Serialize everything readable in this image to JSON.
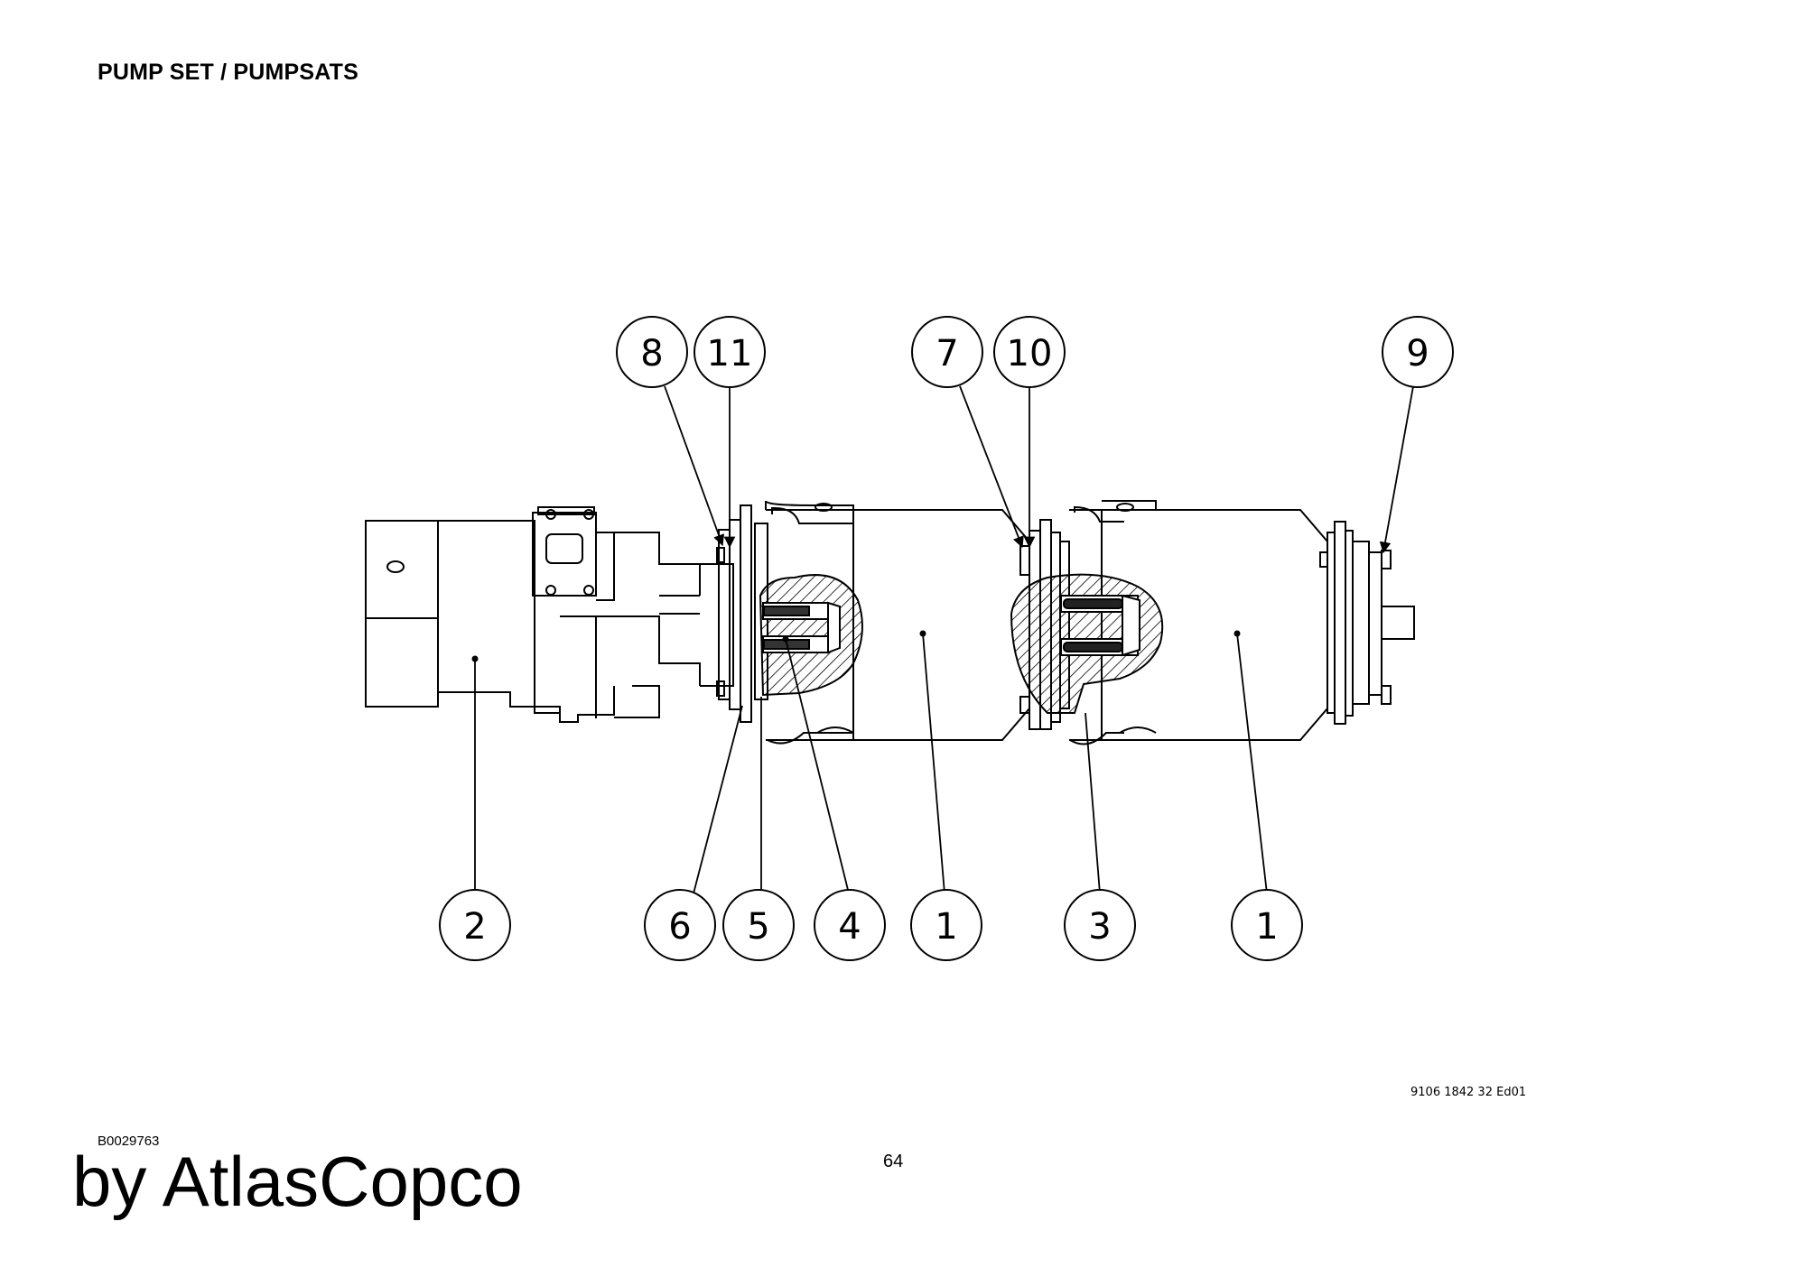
{
  "header": {
    "title": "PUMP SET / PUMPSATS"
  },
  "diagram": {
    "callouts": [
      {
        "id": "c8",
        "label": "8"
      },
      {
        "id": "c11",
        "label": "11"
      },
      {
        "id": "c7",
        "label": "7"
      },
      {
        "id": "c10",
        "label": "10"
      },
      {
        "id": "c9",
        "label": "9"
      },
      {
        "id": "c2",
        "label": "2"
      },
      {
        "id": "c6",
        "label": "6"
      },
      {
        "id": "c5",
        "label": "5"
      },
      {
        "id": "c4",
        "label": "4"
      },
      {
        "id": "c1a",
        "label": "1"
      },
      {
        "id": "c3",
        "label": "3"
      },
      {
        "id": "c1b",
        "label": "1"
      }
    ]
  },
  "footer": {
    "document_number": "9106 1842 32 Ed01",
    "drawing_ref": "B0029763",
    "page_number": "64",
    "brand": "by AtlasCopco"
  }
}
